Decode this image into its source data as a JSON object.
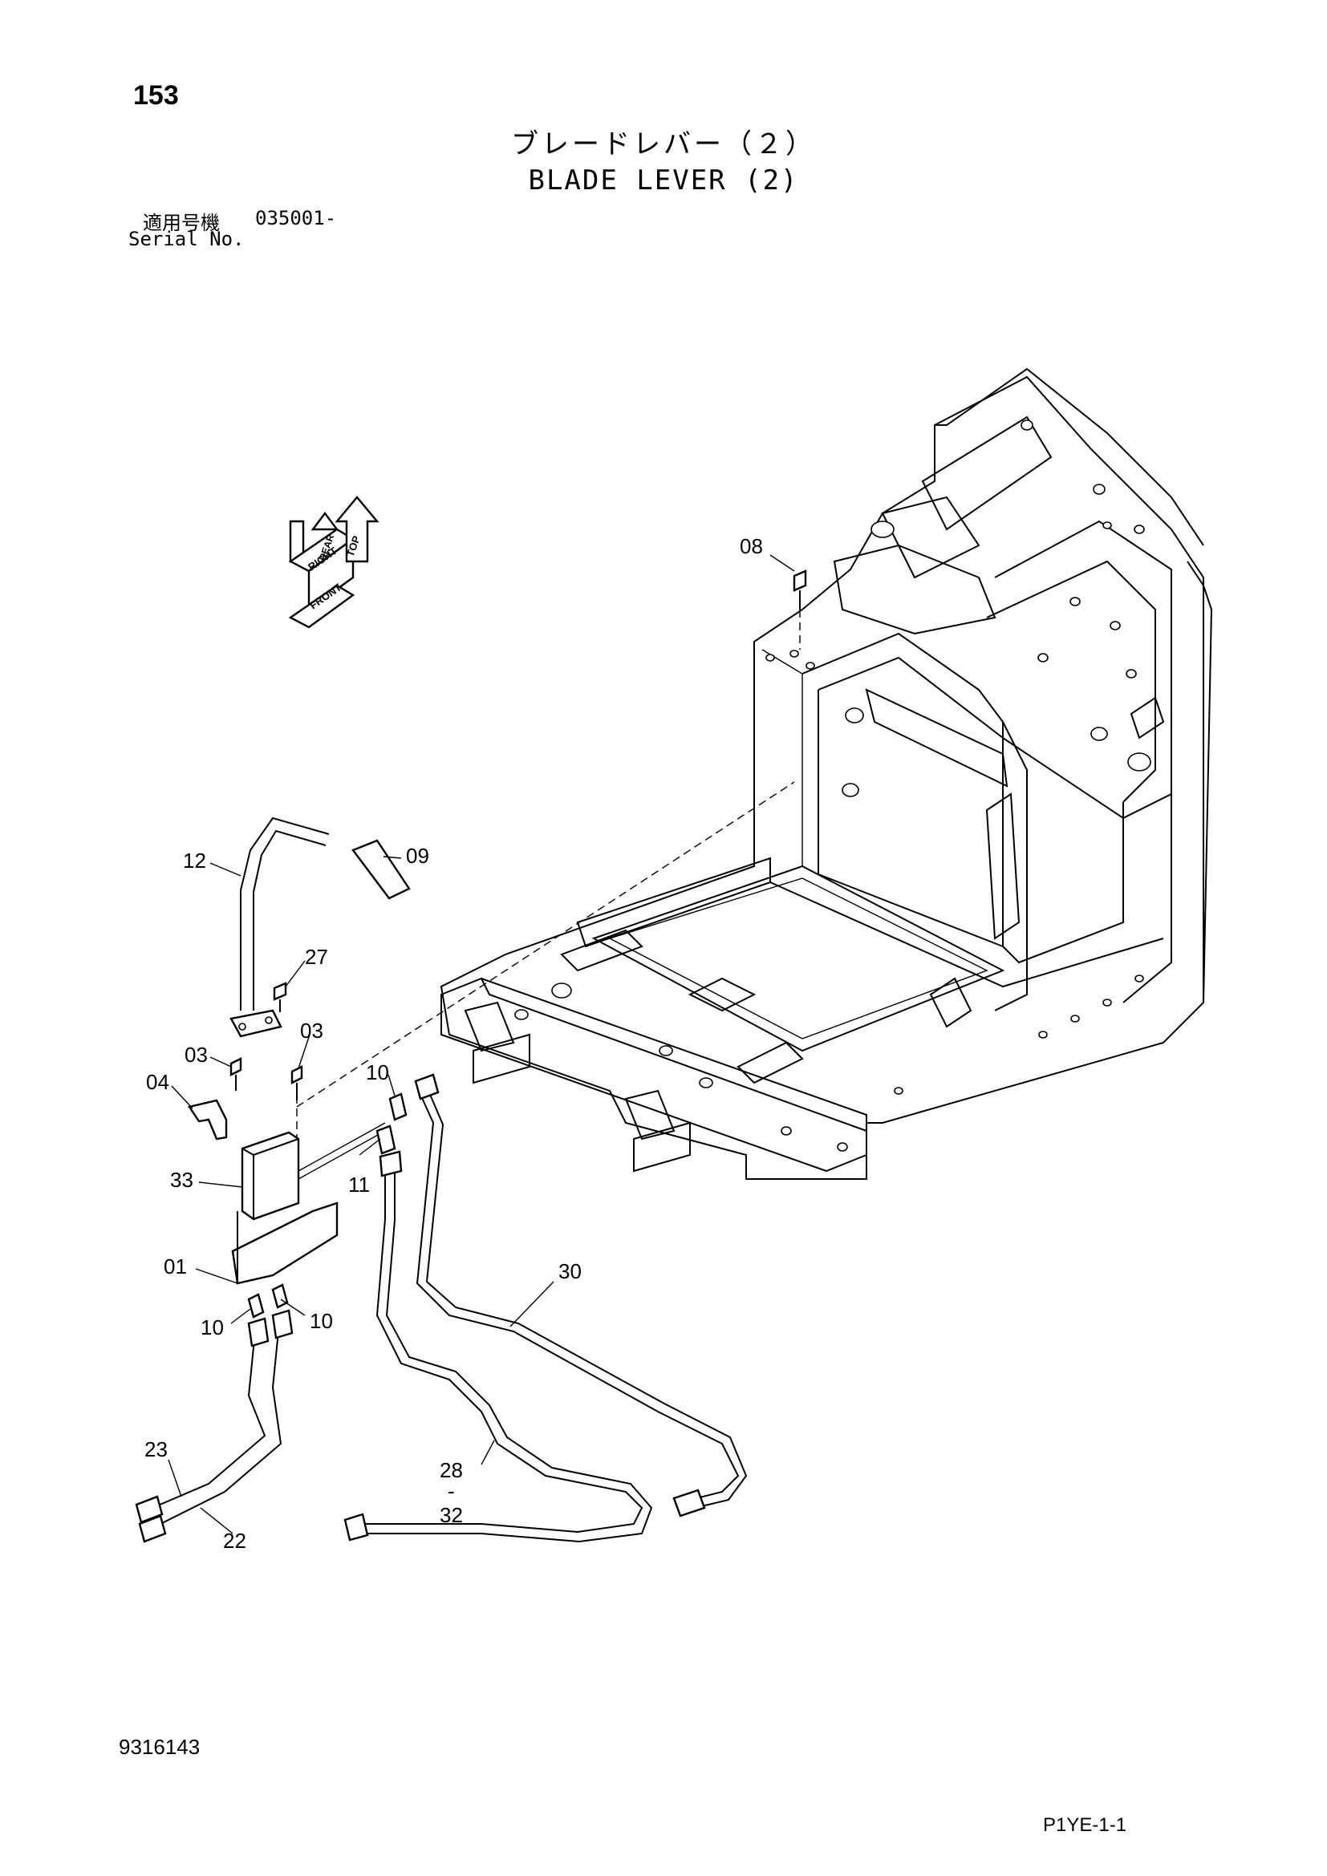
{
  "header": {
    "page_number": "153",
    "title_jp": "ブレードレバー（２）",
    "title_en": "BLADE LEVER (2)",
    "serial_label_jp": "適用号機",
    "serial_value": "035001-",
    "serial_label_en": "Serial No."
  },
  "orientation_glyph": {
    "labels": [
      "TOP",
      "REAR",
      "RIGHT",
      "FRONT"
    ]
  },
  "callouts": {
    "c08": "08",
    "c12": "12",
    "c09": "09",
    "c27": "27",
    "c03a": "03",
    "c03b": "03",
    "c04": "04",
    "c10a": "10",
    "c11": "11",
    "c33": "33",
    "c01": "01",
    "c10b": "10",
    "c10c": "10",
    "c30": "30",
    "c23": "23",
    "c22": "22",
    "c28": "28",
    "c28_dash": "-",
    "c32": "32"
  },
  "footer": {
    "drawing_number": "9316143",
    "sheet_code": "P1YE-1-1"
  }
}
